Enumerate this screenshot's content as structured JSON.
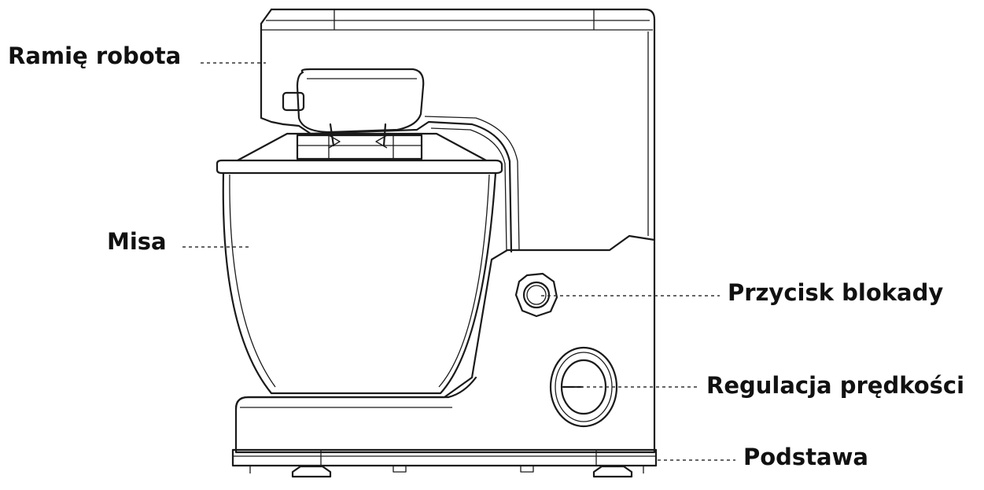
{
  "labels": {
    "arm": "Ramię robota",
    "bowl": "Misa",
    "lock_button": "Przycisk blokady",
    "speed_control": "Regulacja prędkości",
    "base": "Podstawa"
  },
  "colors": {
    "ink": "#1a1a1a",
    "background": "#ffffff"
  }
}
